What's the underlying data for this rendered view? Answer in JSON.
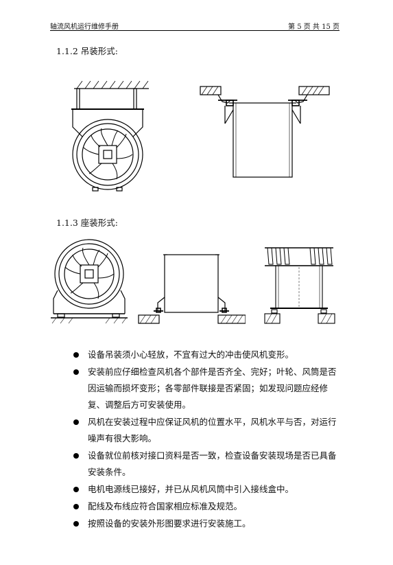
{
  "header": {
    "title": "轴流风机运行维修手册",
    "page_info": "第 5 页 共 15 页"
  },
  "sections": [
    {
      "heading": "1.1.2 吊装形式:"
    },
    {
      "heading": "1.1.3 座装形式:"
    }
  ],
  "notes": [
    "设备吊装须小心轻放，不宜有过大的冲击使风机变形。",
    "安装前应仔细检查风机各个部件是否齐全、完好；叶轮、风筒是否因运输而损坏变形；各零部件联接是否紧固；如发现问题应经修复、调整后方可安装使用。",
    "风机在安装过程中应保证风机的位置水平，风机水平与否，对运行噪声有很大影响。",
    "设备就位前核对接口资料是否一致，检查设备安装现场是否已具备安装条件。",
    "电机电源线已接好，并已从风机风筒中引入接线盒中。",
    "配线及布线应符合国家相应标准及规范。",
    "按照设备的安装外形图要求进行安装施工。"
  ]
}
